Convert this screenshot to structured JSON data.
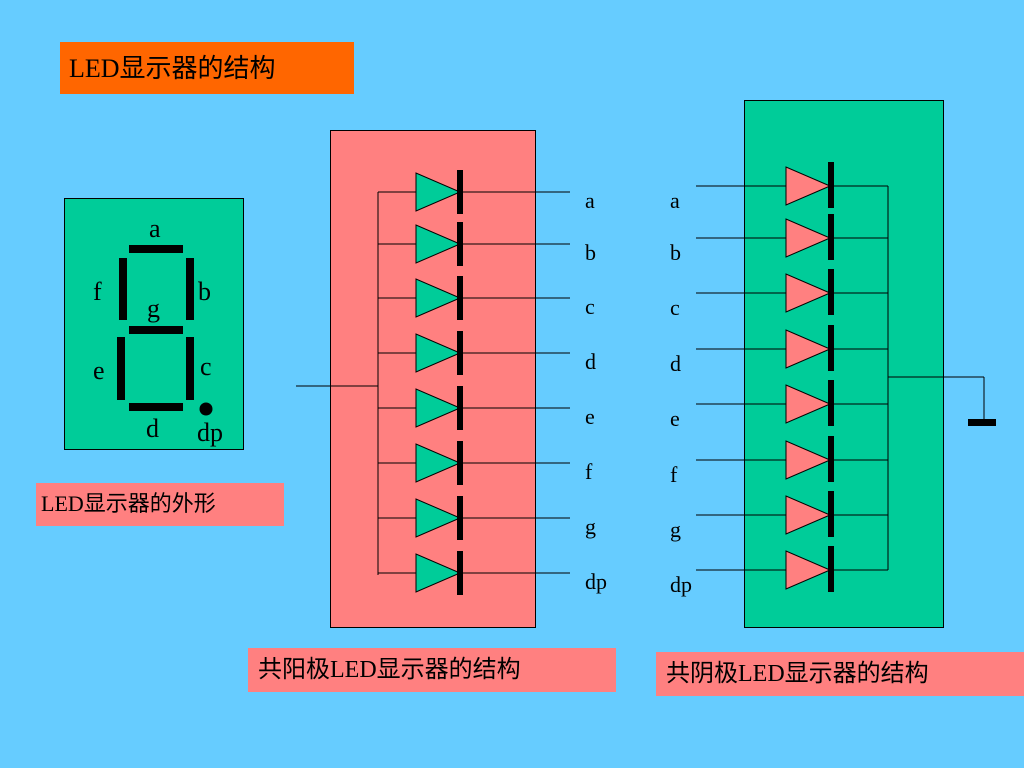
{
  "title": "LED显示器的结构",
  "seven_segment": {
    "caption": "LED显示器的外形",
    "segment_labels": {
      "a": "a",
      "b": "b",
      "c": "c",
      "d": "d",
      "e": "e",
      "f": "f",
      "g": "g",
      "dp": "dp"
    }
  },
  "common_anode": {
    "caption": "共阳极LED显示器的结构",
    "pins": [
      "a",
      "b",
      "c",
      "d",
      "e",
      "f",
      "g",
      "dp"
    ]
  },
  "common_cathode": {
    "caption": "共阴极LED显示器的结构",
    "pins": [
      "a",
      "b",
      "c",
      "d",
      "e",
      "f",
      "g",
      "dp"
    ]
  },
  "colors": {
    "background": "#66ccff",
    "title_box": "#ff6600",
    "caption_box": "#ff8080",
    "green_panel": "#00cc99",
    "pink_panel": "#ff8080",
    "green_diode": "#00cc99",
    "pink_diode": "#ff8080"
  }
}
